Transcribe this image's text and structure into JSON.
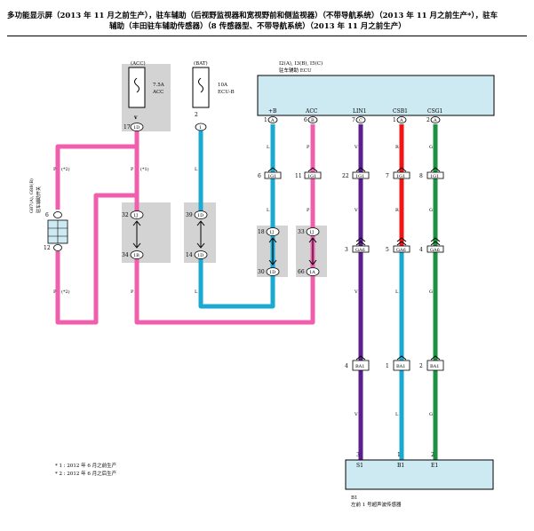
{
  "title": {
    "line1": "多功能显示屏（2013 年 11 月之前生产），驻车辅助（后视野监视器和宽视野前和侧监视器）（不带导航系统）（2013 年 11 月之前生产*），驻车",
    "line2": "辅助（丰田驻车辅助传感器）（8 传感器型、不带导航系统）（2013 年 11 月之前生产）"
  },
  "colors": {
    "pink": "#f05fae",
    "cyan": "#1aa9d1",
    "purple": "#5b1e8e",
    "red": "#f01414",
    "green": "#1b9141",
    "ecu_fill": "#cde9f2",
    "jb_fill": "#d3d3d3"
  },
  "fuses": {
    "acc": {
      "source": "(ACC)",
      "rating": "7.5A",
      "name": "ACC",
      "connector": "1D",
      "pin": "17"
    },
    "bat": {
      "source": "(BAT)",
      "rating": "10A",
      "name": "ECU-B",
      "connector": "1",
      "pin": "2"
    }
  },
  "ecu": {
    "connectors": "I2(A), I3(B), I5(C)",
    "name": "驻车辅助 ECU",
    "terminals": [
      "+B",
      "ACC",
      "LIN1",
      "CSB1",
      "CSG1"
    ],
    "pins": [
      "1",
      "6",
      "7",
      "1",
      "2"
    ],
    "pin_connectors": [
      "A",
      "B",
      "C",
      "A",
      "A"
    ]
  },
  "relay": {
    "code": "G87(A), G88(B)",
    "name": "驻车辅助开关",
    "pin_top": "6",
    "pin_bottom": "12"
  },
  "junctions": {
    "j1": {
      "top_pin": "32",
      "top_conn": "1J",
      "bottom_pin": "34",
      "bottom_conn": "1B"
    },
    "j2": {
      "top_pin": "39",
      "top_conn": "1D",
      "bottom_pin": "14",
      "bottom_conn": "1D"
    },
    "j3": {
      "top_pin": "18",
      "top_conn": "1J",
      "bottom_pin": "30",
      "bottom_conn": "1D"
    },
    "j4": {
      "top_pin": "33",
      "top_conn": "1J",
      "bottom_pin": "66",
      "bottom_conn": "1A"
    }
  },
  "wire_codes": {
    "p": "P",
    "l": "L",
    "v": "V",
    "r": "R",
    "g": "G",
    "note1": "(*1)",
    "note2": "(*2)"
  },
  "inline_connectors": {
    "row1": [
      {
        "pin": "6",
        "conn": "1G1"
      },
      {
        "pin": "11",
        "conn": "1G1"
      },
      {
        "pin": "22",
        "conn": "1G1"
      },
      {
        "pin": "7",
        "conn": "1G1"
      },
      {
        "pin": "8",
        "conn": "1G1"
      }
    ],
    "row2": [
      {
        "pin": "3",
        "conn": "GA6"
      },
      {
        "pin": "5",
        "conn": "GA6"
      },
      {
        "pin": "4",
        "conn": "GA6"
      }
    ],
    "row3": [
      {
        "pin": "4",
        "conn": "BA1"
      },
      {
        "pin": "1",
        "conn": "BA1"
      },
      {
        "pin": "2",
        "conn": "BA1"
      }
    ]
  },
  "sensor": {
    "code": "B1",
    "name": "左前 1 号超声波传感器",
    "terminals": [
      "S1",
      "B1",
      "E1"
    ],
    "pins": [
      "3",
      "1",
      "2"
    ]
  },
  "notes": [
    "* 1 : 2012 年 6 月之前生产",
    "* 2 : 2012 年 6 月之后生产"
  ]
}
